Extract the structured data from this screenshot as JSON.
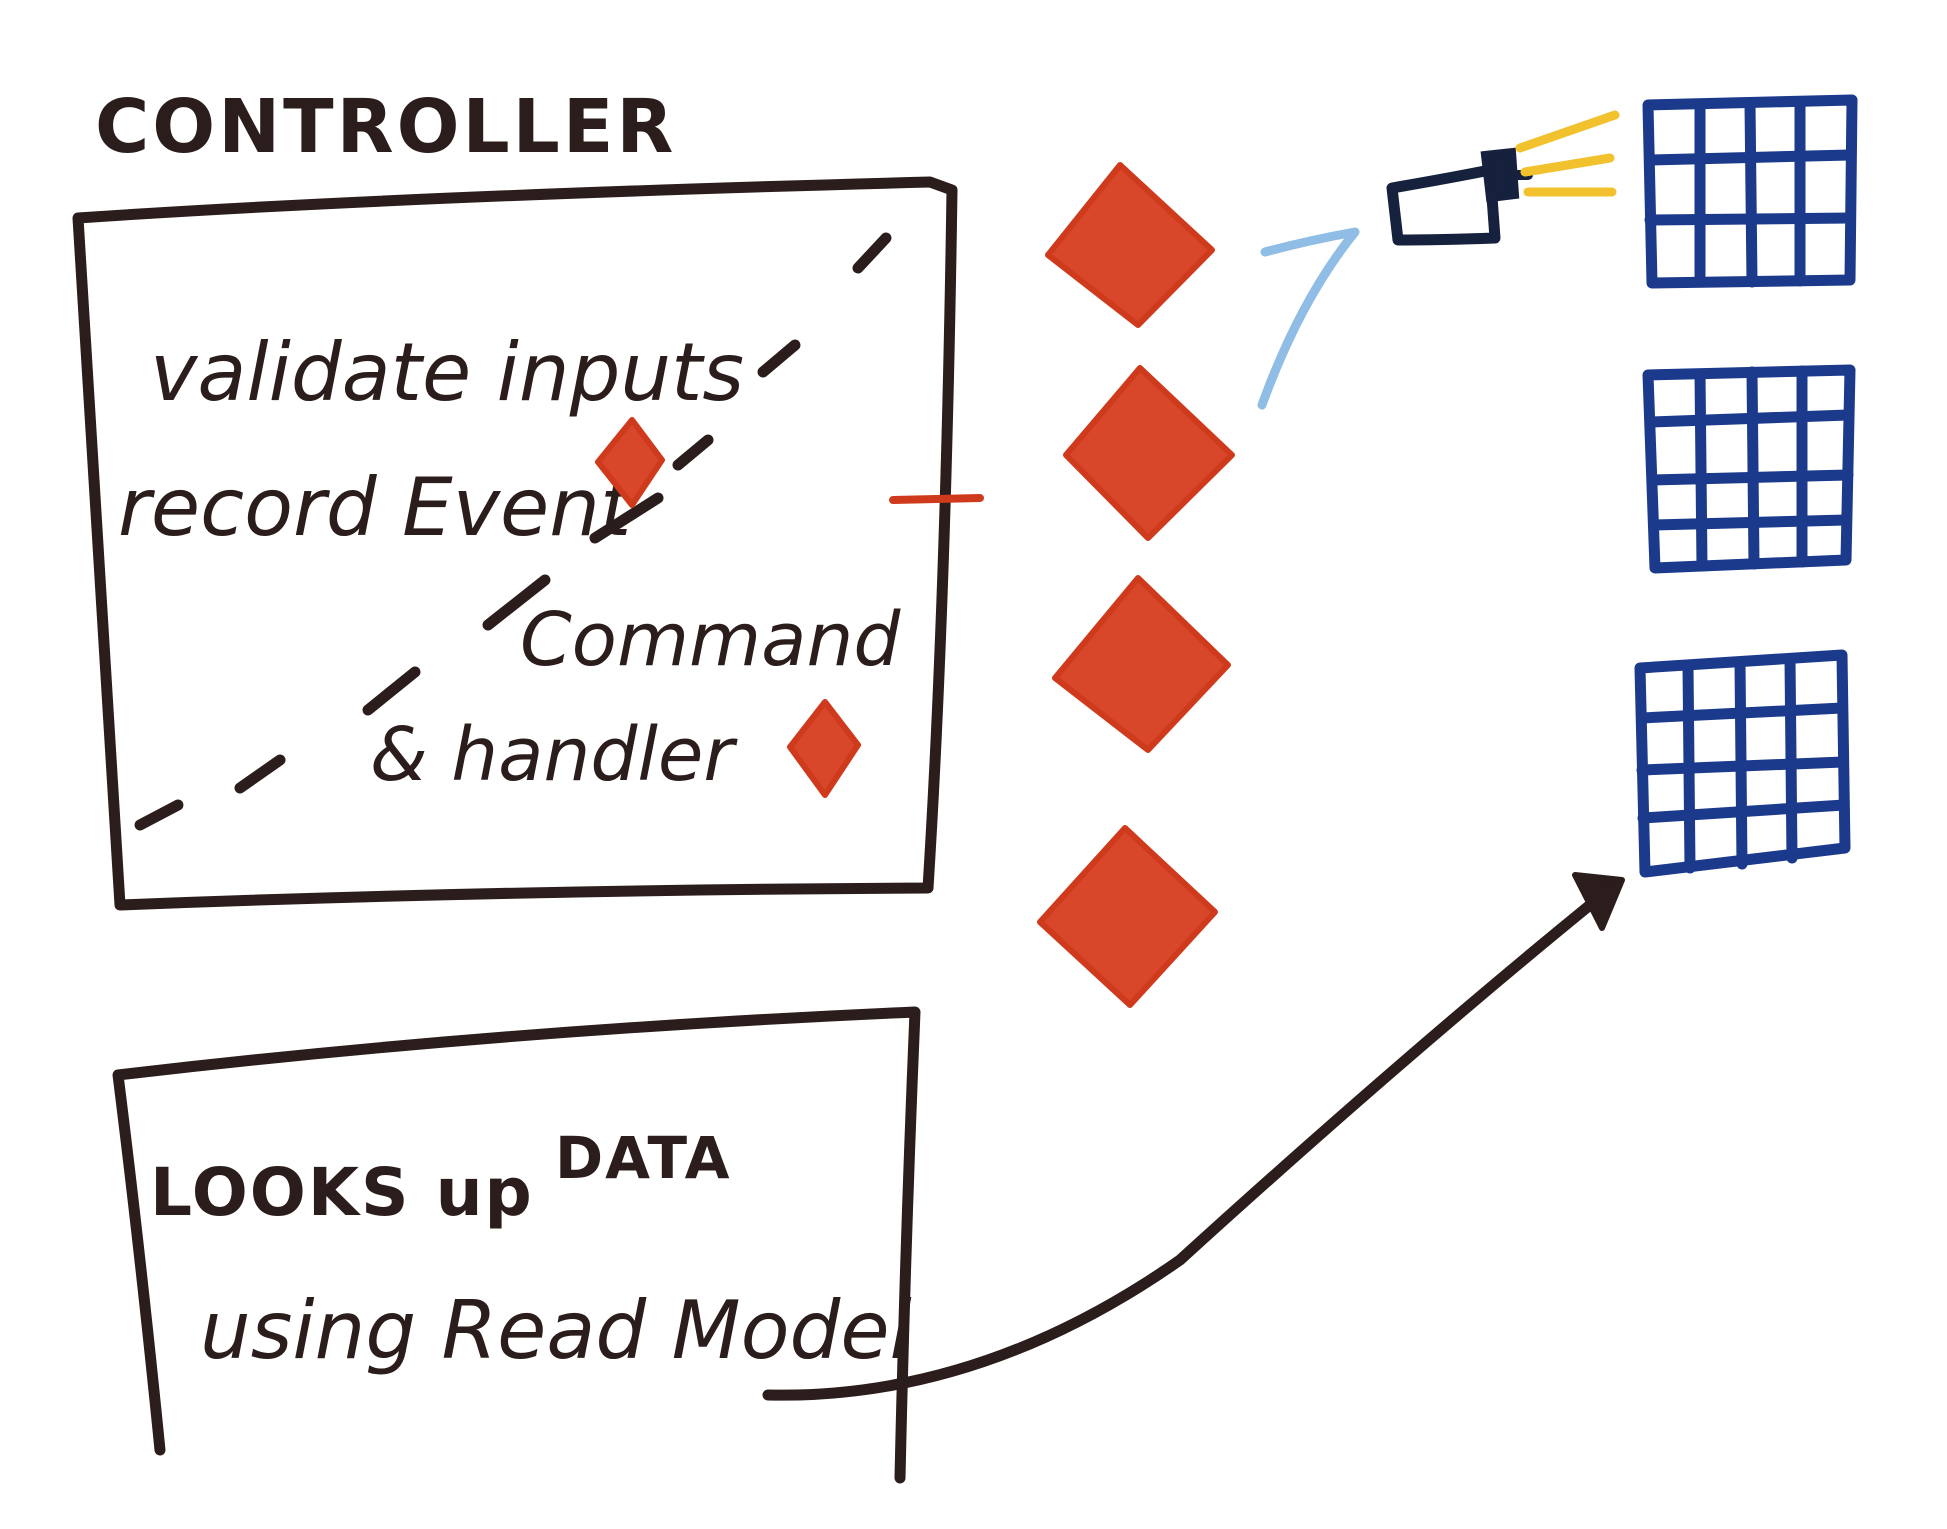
{
  "controller": {
    "title": "CONTROLLER",
    "line1": "validate inputs",
    "line2": "record Event",
    "line3": "Command",
    "line4": "& handler"
  },
  "lookup": {
    "line1a": "LOOKS up",
    "line1b": "DATA",
    "line2": "using Read Model"
  },
  "colors": {
    "ink": "#2b1d1b",
    "event": "#d9472b",
    "read_model_grid": "#1c3a8c",
    "projector_body": "#15213d",
    "projector_beam": "#f2c12e",
    "connector": "#8fbde6",
    "link_line": "#cf3a1c"
  },
  "icons": {
    "events": "orange-diamond-icon",
    "read_models": "blue-grid-table-icon",
    "projector": "projector-icon"
  },
  "event_count": 4,
  "read_model_count": 3
}
